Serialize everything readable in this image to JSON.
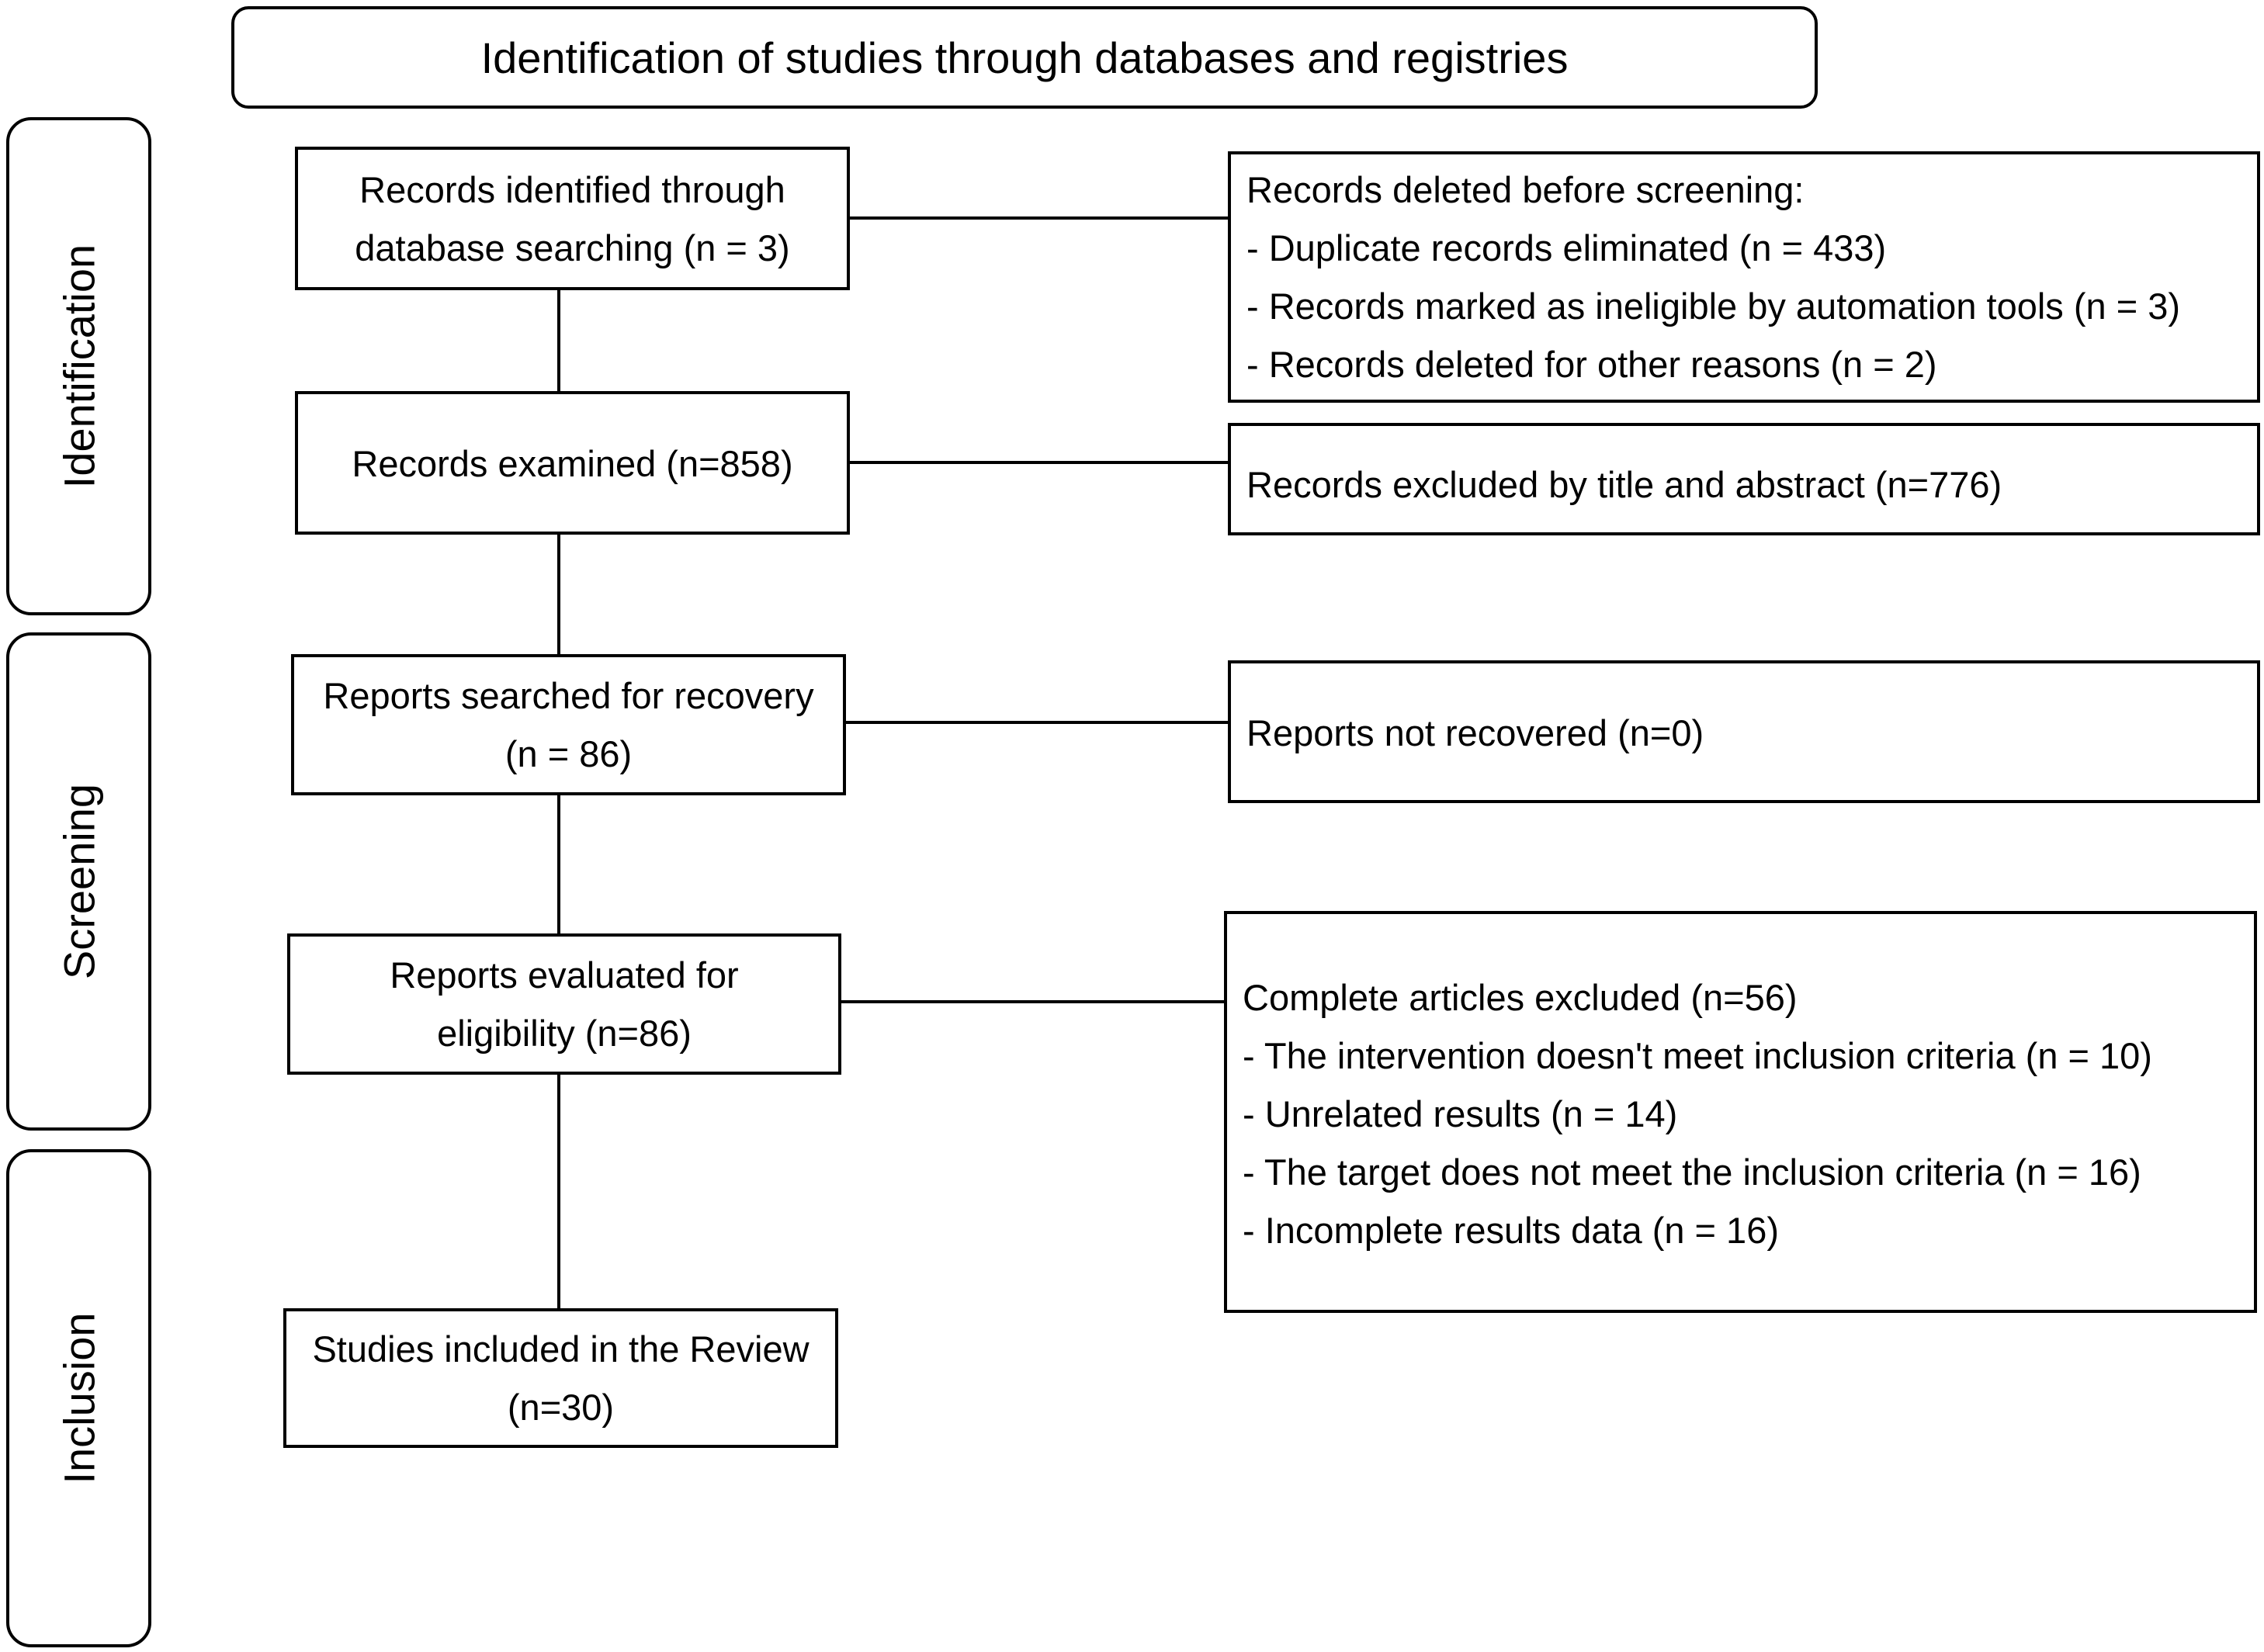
{
  "title": "Identification of studies through databases and registries",
  "stages": {
    "identification": "Identification",
    "screening": "Screening",
    "inclusion": "Inclusion"
  },
  "main_boxes": {
    "records_identified": [
      "Records identified through",
      "database searching (n = 3)"
    ],
    "records_examined": [
      "Records examined (n=858)"
    ],
    "reports_searched": [
      "Reports searched for recovery",
      "(n = 86)"
    ],
    "reports_evaluated": [
      "Reports evaluated for",
      "eligibility (n=86)"
    ],
    "studies_included": [
      "Studies included in the Review",
      "(n=30)"
    ]
  },
  "side_boxes": {
    "records_deleted": [
      "Records deleted before screening:",
      "- Duplicate records eliminated (n = 433)",
      "- Records marked as ineligible by automation tools (n = 3)",
      "- Records deleted for other reasons (n = 2)"
    ],
    "records_excluded": [
      "Records excluded by title and abstract (n=776)"
    ],
    "reports_not_recovered": [
      "Reports not recovered (n=0)"
    ],
    "articles_excluded": [
      "Complete articles excluded (n=56)",
      "- The intervention doesn't meet inclusion criteria (n = 10)",
      "- Unrelated results (n = 14)",
      "- The target does not meet the inclusion criteria (n = 16)",
      "- Incomplete results data (n = 16)"
    ]
  }
}
